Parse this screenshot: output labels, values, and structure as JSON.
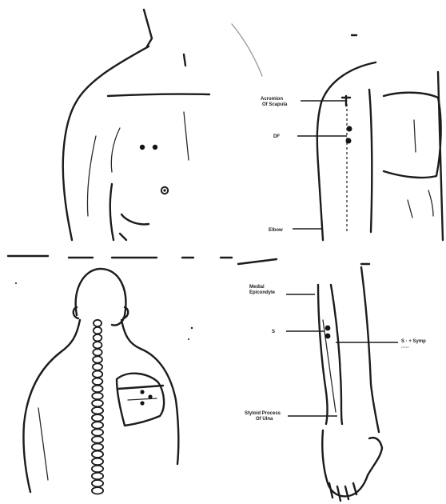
{
  "panels": {
    "chest": {
      "points": 3
    },
    "upper_arm": {
      "labels": {
        "acromion": [
          "Acromion",
          "Of Scapula"
        ],
        "point": "DF",
        "elbow": "Elbow"
      }
    },
    "back": {
      "points": 3
    },
    "forearm": {
      "labels": {
        "medial_epicondyle": [
          "Medial",
          "Epicondyle"
        ],
        "point": "S",
        "right": [
          "S · + Symp",
          "·····"
        ],
        "styloid": [
          "Styloid Process",
          "Of Ulna"
        ]
      }
    }
  },
  "colors": {
    "ink": "#1c1c1c",
    "paper": "#ffffff"
  }
}
